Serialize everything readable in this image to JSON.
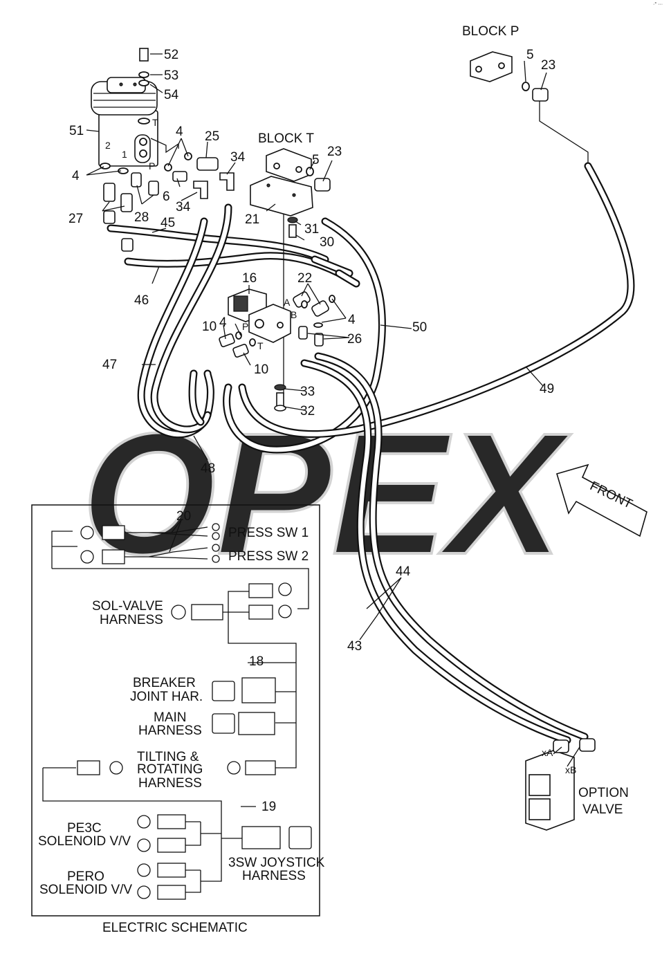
{
  "watermark": {
    "text": "OPEX",
    "color": "#d9d9d9"
  },
  "corner_mark": "·° ···",
  "block_labels": {
    "block_p": "BLOCK P",
    "block_t": "BLOCK T",
    "option_valve_1": "OPTION",
    "option_valve_2": "VALVE",
    "front": "FRONT"
  },
  "port_letters": {
    "t1": "T",
    "p1": "P",
    "a": "A",
    "b": "B",
    "p2": "P",
    "t2": "T",
    "xa": "xA",
    "xb": "xB",
    "one": "1",
    "two": "2"
  },
  "callouts": {
    "c52": "52",
    "c53": "53",
    "c54": "54",
    "c51": "51",
    "c4a": "4",
    "c4b": "4",
    "c4c": "4",
    "c4d": "4",
    "c25": "25",
    "c34a": "34",
    "c34b": "34",
    "c6": "6",
    "c27": "27",
    "c28": "28",
    "c45": "45",
    "c46": "46",
    "c5a": "5",
    "c23a": "23",
    "c5b": "5",
    "c23b": "23",
    "c21": "21",
    "c31": "31",
    "c30": "30",
    "c16": "16",
    "c22": "22",
    "c10a": "10",
    "c10b": "10",
    "c26": "26",
    "c50": "50",
    "c47": "47",
    "c49": "49",
    "c33": "33",
    "c32": "32",
    "c48": "48",
    "c44": "44",
    "c43": "43"
  },
  "schematic": {
    "title": "ELECTRIC SCHEMATIC",
    "c20": "20",
    "c18": "18",
    "c19": "19",
    "press_sw_1": "PRESS SW 1",
    "press_sw_2": "PRESS SW 2",
    "sol_valve_1": "SOL-VALVE",
    "sol_valve_2": "HARNESS",
    "breaker_1": "BREAKER",
    "breaker_2": "JOINT HAR.",
    "main_1": "MAIN",
    "main_2": "HARNESS",
    "tilting_1": "TILTING &",
    "tilting_2": "ROTATING",
    "tilting_3": "HARNESS",
    "pe3c_1": "PE3C",
    "pe3c_2": "SOLENOID V/V",
    "pero_1": "PERO",
    "pero_2": "SOLENOID V/V",
    "joystick_1": "3SW JOYSTICK",
    "joystick_2": "HARNESS"
  }
}
